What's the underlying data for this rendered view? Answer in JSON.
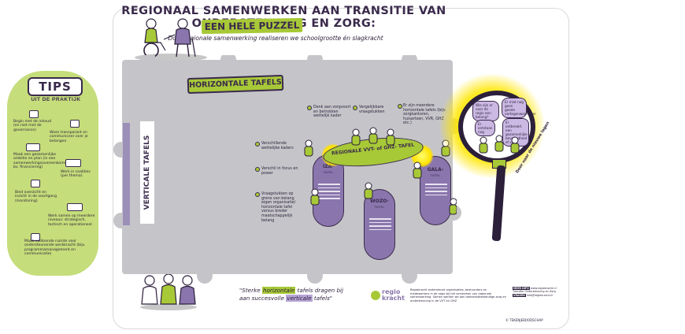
{
  "header": {
    "title": "REGIONAAL SAMENWERKEN AAN TRANSITIE VAN ONDERSTEUNING EN ZORG:",
    "subtitle": "EEN HELE PUZZEL",
    "lead": "Door regionale samenwerking realiseren we schoolgrootte én slagkracht"
  },
  "tips": {
    "title": "TIPS",
    "subtitle": "UIT DE PRAKTIJK",
    "items": [
      "Begin met de inhoud (en niet met de governance)",
      "Wees transparant en communiceer over je belangen",
      "Maak een gezamenlijke ambitie en plan (in een samenwerkingsovereenkomst bv. financiering)",
      "Werk in coalities (per thema)",
      "Bied overzicht en inzicht in de voortgang (monitoring)",
      "Werk samen op meerdere niveaus: strategisch, tactisch en operationeel",
      "Maak voldoende ruimte voor ondersteunende werkkracht (bijv. programmamanagement en communicatie)"
    ]
  },
  "board": {
    "horizontal_label": "HORIZONTALE TAFELS",
    "vertical_label": "VERTICALE TAFELS",
    "horizontal_notes": [
      "Denk aan zorgvoort en betrokken wettelijk kader",
      "Vergelijkbare vraagstukken",
      "Er zijn meerdere horizontale tafels (bijv. zorgkantoren, huisartsen, VVR, GHZ etc.)"
    ],
    "vertical_notes": [
      "Verschillende wettelijke kaders",
      "Verschil in focus en power",
      "Vraagstukken op grens van belang eigen organisatie/ horizontale tafel versus breder maatschappelijk belang"
    ],
    "center_table": "REGIONALE VVT- of GHZ- TAFEL",
    "pillars": [
      {
        "name": "IZA-",
        "sub": "TAFEL"
      },
      {
        "name": "WOZO-",
        "sub": "TAFEL"
      },
      {
        "name": "GALA-",
        "sub": "TAFEL"
      }
    ]
  },
  "magnifier": {
    "bubbles": [
      "Wie zijn er voor de regio een belang?",
      "Er mist nog geen goede vertegenwoordiger",
      "Er ontbreekt een gezamenlijke bevoegdheid of visie",
      "Er ontstaan nog"
    ],
    "curve_text": "Door naar de nieuwe lagen"
  },
  "footer": {
    "quote_parts": [
      "\"Sterke ",
      "horizontale",
      " tafels dragen bij aan succesvolle ",
      "verticale",
      " tafels\""
    ],
    "logo_line1": "regio",
    "logo_line2": "kracht",
    "description": "Regiokracht ondersteunt organisaties, bestuurders en medewerkers in de regio bij het versterken van regionale samenwerking. Samen werken we aan toekomstbestendige zorg en ondersteuning in de VVT en GHZ.",
    "meta": [
      {
        "label": "MEER INFO",
        "text": "www.regiokracht.nl · Transitie Ondersteuning en Zorg"
      },
      {
        "label": "VRAGEN",
        "text": "info@regiokracht.nl"
      }
    ],
    "credit": "© TEKENJEBOODSCHAP"
  },
  "colors": {
    "green": "#a8c937",
    "purple": "#8a76ad",
    "grey": "#c5c5c9",
    "ink": "#2b1f3a",
    "yellow": "#ffe100"
  }
}
